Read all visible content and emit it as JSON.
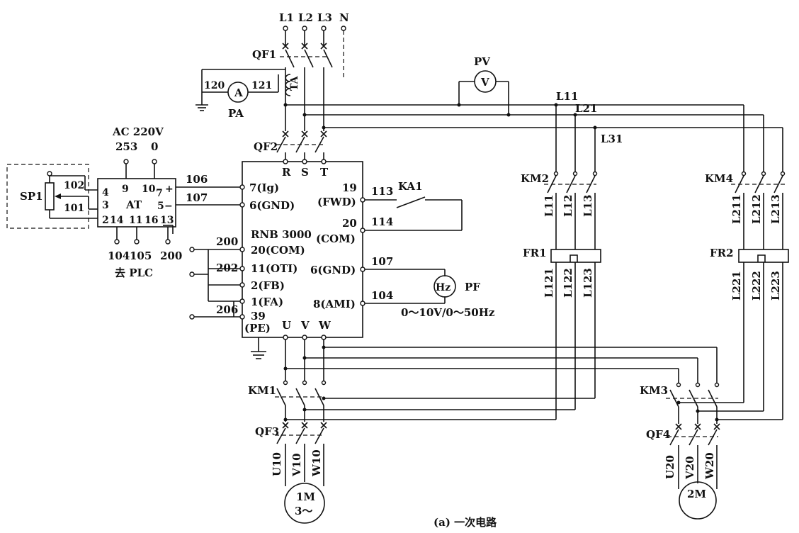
{
  "supply": {
    "l1": "L1",
    "l2": "L2",
    "l3": "L3",
    "n": "N"
  },
  "breakers": {
    "qf1": "QF1",
    "qf2": "QF2",
    "qf3": "QF3",
    "qf4": "QF4"
  },
  "ct": {
    "label": "TA"
  },
  "ammeter": {
    "symbol": "A",
    "label": "PA",
    "left_terminal": "120",
    "right_terminal": "121"
  },
  "voltmeter": {
    "symbol": "V",
    "label": "PV"
  },
  "freq_meter": {
    "symbol": "Hz",
    "label": "PF",
    "range": "0～10V/0～50Hz"
  },
  "bus": {
    "l11": "L11",
    "l21": "L21",
    "l31": "L31"
  },
  "at_module": {
    "power": "AC 220V",
    "pin253": "253",
    "pin0": "0",
    "name": "AT",
    "p4": "4",
    "p9": "9",
    "p10": "10",
    "p7": "7",
    "plus": "+",
    "p3": "3",
    "p5": "5",
    "minus": "−",
    "p2": "2",
    "p14": "14",
    "p11": "11",
    "p16": "16",
    "p13": "13",
    "bottom_104": "104",
    "bottom_105": "105",
    "bottom_200": "200",
    "to_plc": "去 PLC"
  },
  "sp1": {
    "label": "SP1",
    "w102": "102",
    "w101": "101"
  },
  "inverter": {
    "model": "RNB 3000",
    "r": "R",
    "s": "S",
    "t": "T",
    "t7": "7(Ig)",
    "t6a": "6(GND)",
    "t20c": "20(COM)",
    "t11": "11(OTI)",
    "t2": "2(FB)",
    "t1": "1(FA)",
    "t39": "39",
    "tpe": "(PE)",
    "t19": "19",
    "fwd": "(FWD)",
    "t20": "20",
    "com": "(COM)",
    "t6b": "6(GND)",
    "t8": "8(AMI)",
    "u": "U",
    "v": "V",
    "w": "W",
    "w106": "106",
    "w107": "107",
    "w200": "200",
    "w202": "202",
    "w206": "206",
    "w113": "113",
    "w114": "114",
    "w107r": "107",
    "w104": "104"
  },
  "relay": {
    "ka1": "KA1"
  },
  "contactors": {
    "km1": "KM1",
    "km2": "KM2",
    "km3": "KM3",
    "km4": "KM4"
  },
  "overloads": {
    "fr1": "FR1",
    "fr2": "FR2"
  },
  "conductors": {
    "l12": "L12",
    "l13": "L13",
    "l121": "L121",
    "l122": "L122",
    "l123": "L123",
    "l211": "L211",
    "l212": "L212",
    "l213": "L213",
    "l221": "L221",
    "l222": "L222",
    "l223": "L223",
    "u10": "U10",
    "v10": "V10",
    "w10": "W10",
    "u20": "U20",
    "v20": "V20",
    "w20": "W20"
  },
  "motors": {
    "m1": "1M",
    "m1_sub": "3～",
    "m2": "2M"
  },
  "caption": "(a) 一次电路"
}
